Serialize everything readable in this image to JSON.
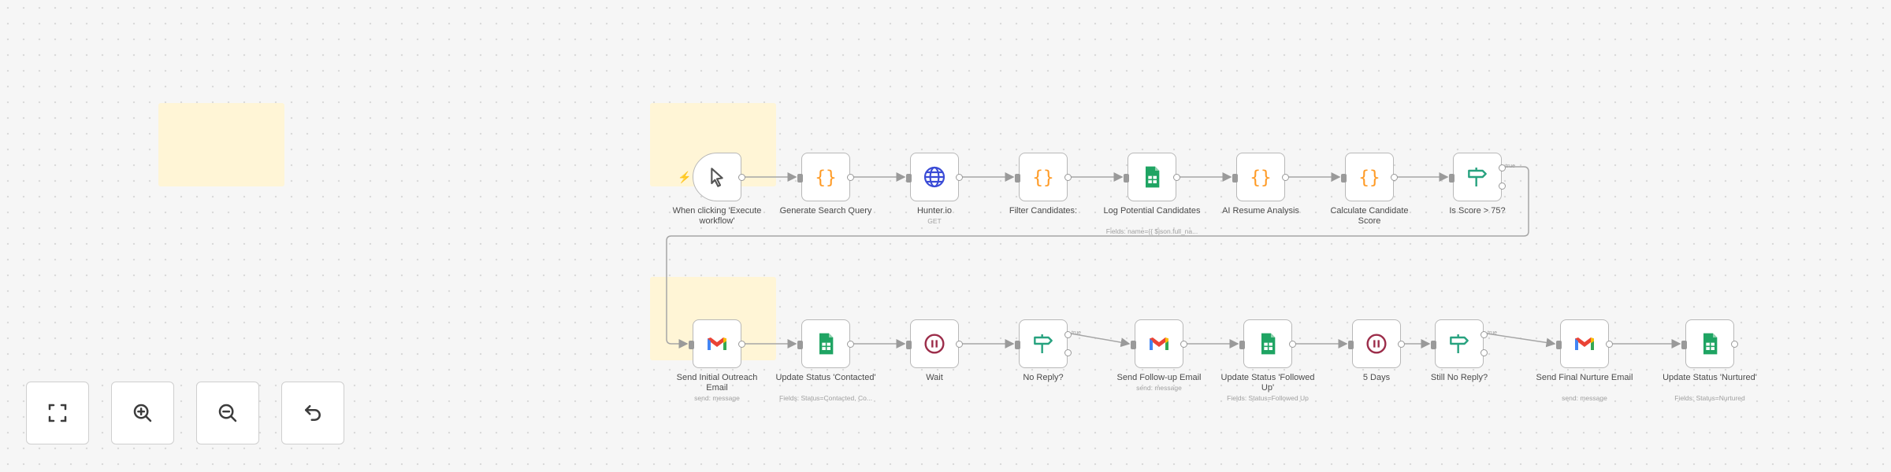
{
  "workflow": {
    "row1": [
      {
        "id": "trigger",
        "name": "When clicking 'Execute workflow'",
        "sub": "",
        "icon": "cursor-icon"
      },
      {
        "id": "gen",
        "name": "Generate Search Query",
        "sub": "",
        "icon": "code-braces-icon"
      },
      {
        "id": "hunter",
        "name": "Hunter.io",
        "sub": "GET",
        "icon": "globe-icon"
      },
      {
        "id": "filter",
        "name": "Filter Candidates:",
        "sub": "",
        "icon": "code-braces-icon"
      },
      {
        "id": "log",
        "name": "Log Potential Candidates",
        "sub": "Fields: name={{ $json.full_na...",
        "icon": "google-sheets-icon"
      },
      {
        "id": "ai",
        "name": "AI Resume Analysis",
        "sub": "",
        "icon": "code-braces-icon"
      },
      {
        "id": "calc",
        "name": "Calculate Candidate Score",
        "sub": "",
        "icon": "code-braces-icon"
      },
      {
        "id": "if75",
        "name": "Is Score > 75?",
        "sub": "",
        "icon": "if-signpost-icon"
      }
    ],
    "row2": [
      {
        "id": "send1",
        "name": "Send Initial Outreach Email",
        "sub": "send: message",
        "icon": "gmail-icon"
      },
      {
        "id": "upd1",
        "name": "Update Status 'Contacted'",
        "sub": "Fields: Status=Contacted, Co...",
        "icon": "google-sheets-icon"
      },
      {
        "id": "wait",
        "name": "Wait",
        "sub": "",
        "icon": "pause-icon"
      },
      {
        "id": "noreply",
        "name": "No Reply?",
        "sub": "",
        "icon": "if-signpost-icon"
      },
      {
        "id": "send2",
        "name": "Send Follow-up Email",
        "sub": "send: message",
        "icon": "gmail-icon"
      },
      {
        "id": "upd2",
        "name": "Update Status 'Followed Up'",
        "sub": "Fields: Status=Followed Up",
        "icon": "google-sheets-icon"
      },
      {
        "id": "days5",
        "name": "5 Days",
        "sub": "",
        "icon": "pause-icon"
      },
      {
        "id": "still",
        "name": "Still No Reply?",
        "sub": "",
        "icon": "if-signpost-icon"
      },
      {
        "id": "send3",
        "name": "Send Final Nurture Email",
        "sub": "send: message",
        "icon": "gmail-icon"
      },
      {
        "id": "upd3",
        "name": "Update Status 'Nurtured'",
        "sub": "Fields: Status=Nurtured",
        "icon": "google-sheets-icon"
      }
    ],
    "branch_true_label": "true"
  },
  "controls": [
    {
      "name": "fit-view-icon"
    },
    {
      "name": "zoom-in-icon"
    },
    {
      "name": "zoom-out-icon"
    },
    {
      "name": "undo-icon"
    }
  ],
  "colors": {
    "code": "#ff9b26",
    "globe": "#3a4bd6",
    "sheets": "#1fa463",
    "if": "#27a27f",
    "pause": "#9c2d4a",
    "gmail_red": "#ea4335",
    "trigger_bolt": "#ff6d5a",
    "sticky": "#fff5d6"
  }
}
